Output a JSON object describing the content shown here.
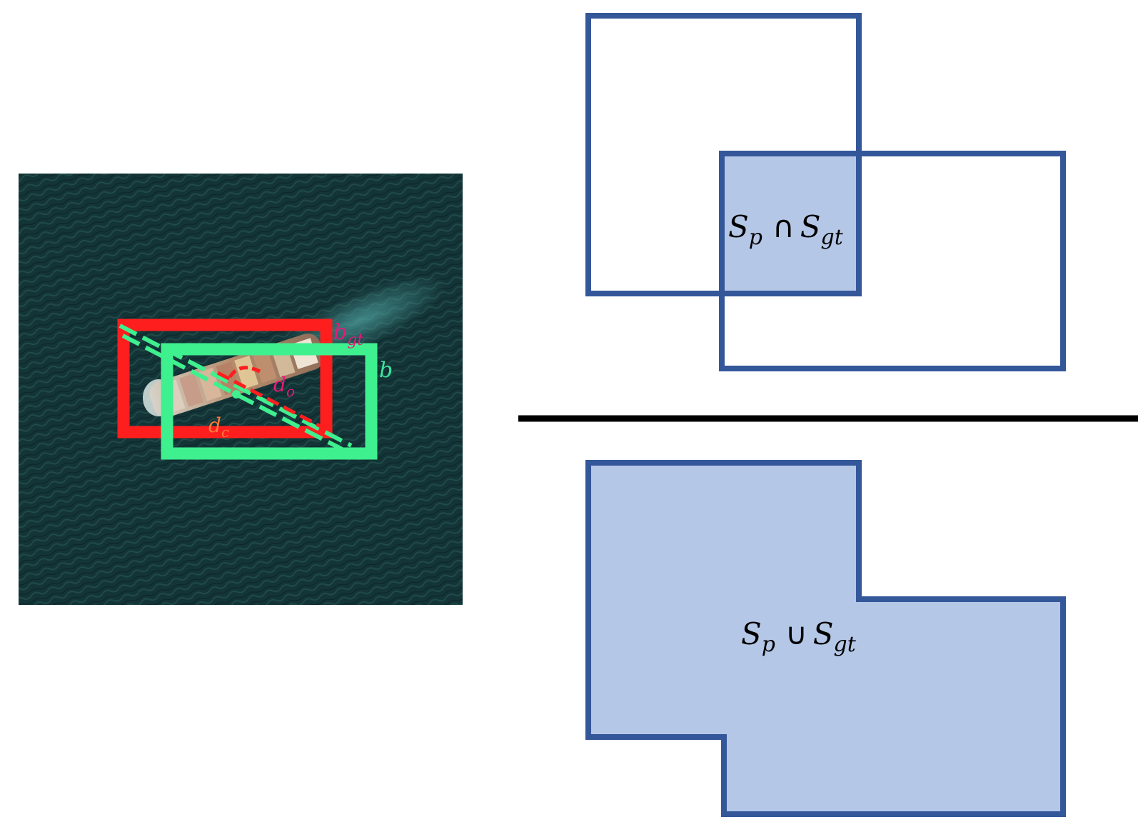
{
  "left_panel": {
    "image_description_icon": "satellite-ship-image",
    "labels": {
      "b_gt": {
        "base": "b",
        "sub": "gt",
        "color": "#e8187a"
      },
      "b": {
        "base": "b",
        "color": "#3de59a"
      },
      "d_o": {
        "base": "d",
        "sub": "o",
        "color": "#e8187a"
      },
      "d_c": {
        "base": "d",
        "sub": "c",
        "color": "#ff7a3a"
      }
    },
    "colors": {
      "ground_truth_box": "#ff1e1e",
      "predicted_box": "#3ff08f",
      "water": "#123236"
    }
  },
  "right_panel": {
    "intersection_label": {
      "s1": "S",
      "s1_sub": "p",
      "op": "∩",
      "s2": "S",
      "s2_sub": "gt"
    },
    "union_label": {
      "s1": "S",
      "s1_sub": "p",
      "op": "∪",
      "s2": "S",
      "s2_sub": "gt"
    },
    "colors": {
      "stroke": "#34579a",
      "fill": "#b4c7e7",
      "divider": "#000000"
    }
  }
}
